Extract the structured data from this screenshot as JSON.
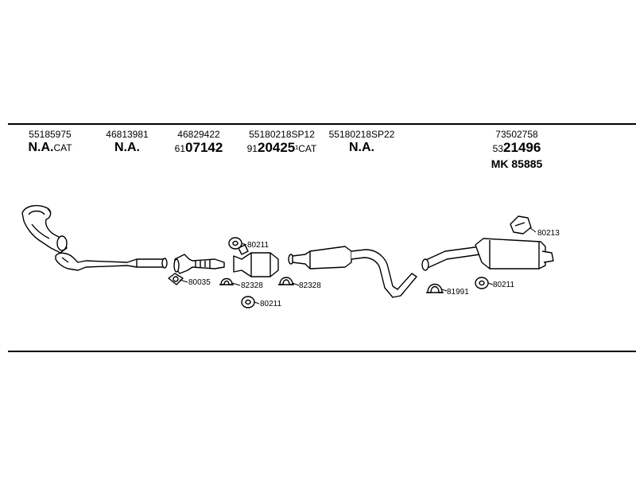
{
  "header": {
    "columns": [
      {
        "part_number": "55185975",
        "main": "N.A.",
        "suffix": "CAT"
      },
      {
        "part_number": "46813981",
        "main": "N.A.",
        "suffix": ""
      },
      {
        "part_number": "46829422",
        "prefix": "61",
        "main": "07142",
        "suffix": ""
      },
      {
        "part_number": "55180218SP12",
        "prefix": "91",
        "main": "20425",
        "suffix": "¹CAT"
      },
      {
        "part_number": "55180218SP22",
        "main": "N.A.",
        "suffix": ""
      },
      {
        "part_number": "73502758",
        "prefix": "53",
        "main": "21496",
        "extra": "MK 85885"
      }
    ]
  },
  "callouts": {
    "c80035": "80035",
    "c80211_a": "80211",
    "c82328_a": "82328",
    "c80211_b": "80211",
    "c82328_b": "82328",
    "c81991": "81991",
    "c80211_c": "80211",
    "c80213": "80213"
  },
  "colors": {
    "ink": "#000000",
    "background": "#ffffff"
  }
}
